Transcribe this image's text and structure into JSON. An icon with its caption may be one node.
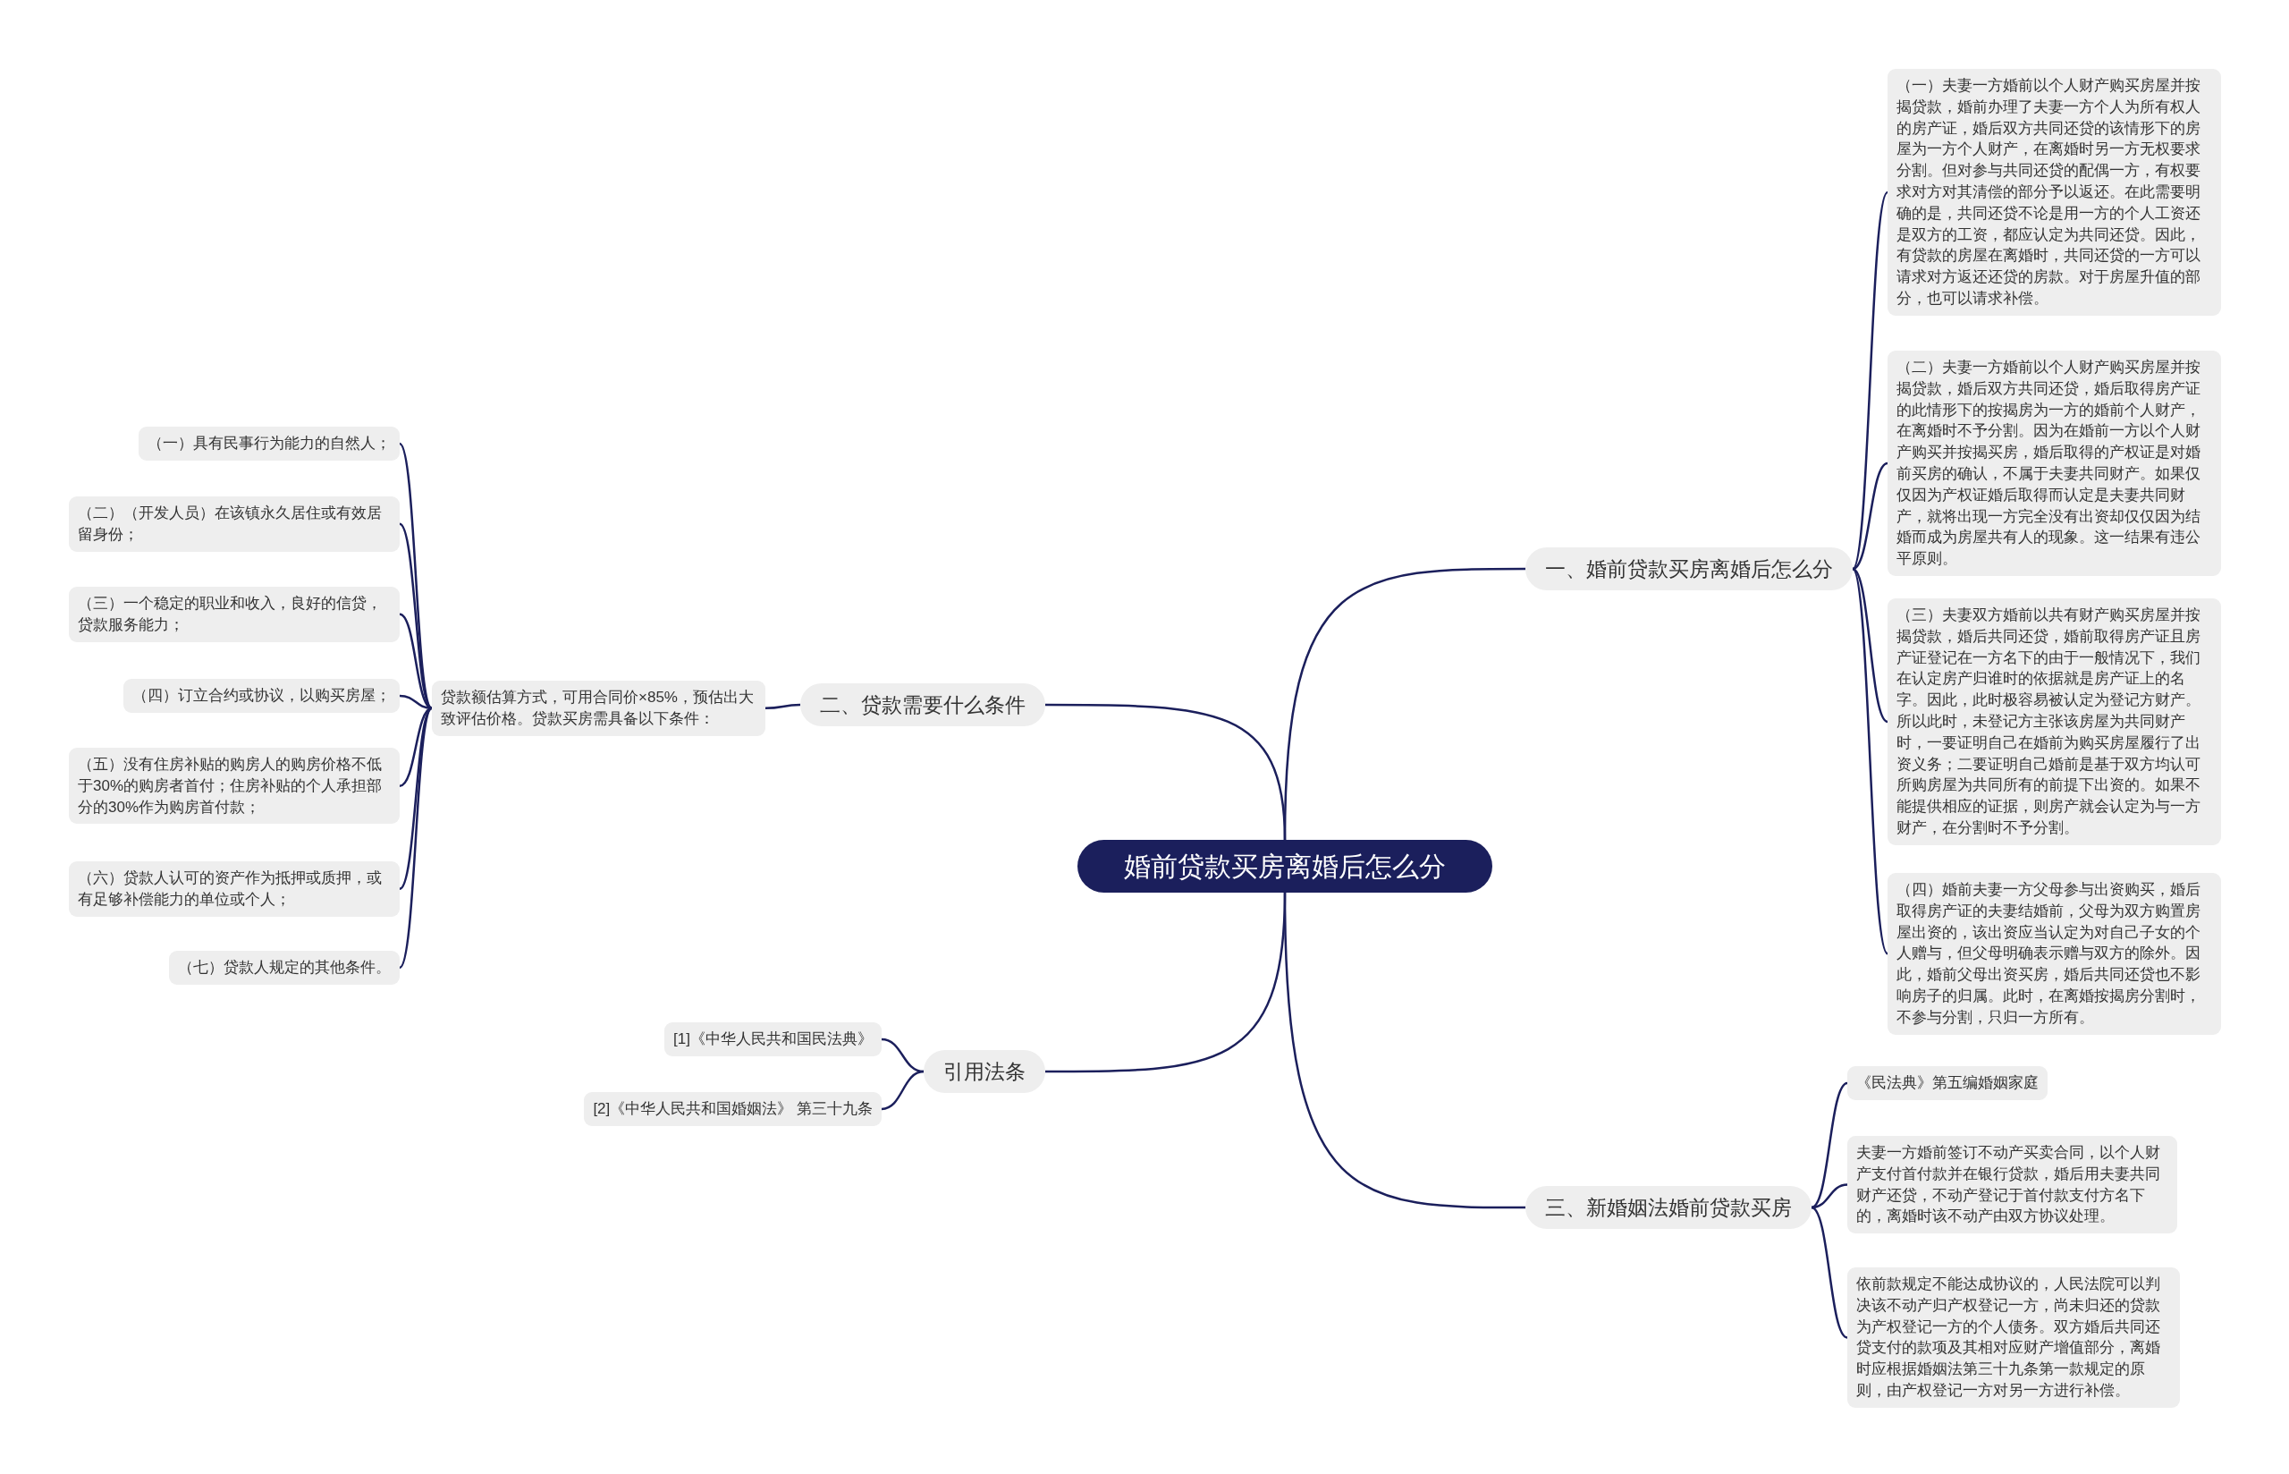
{
  "diagram": {
    "nodes": [
      {
        "text": [
          "婚前贷款买房离婚后怎么分"
        ]
      },
      {
        "text": [
          "一、婚前贷款买房离婚后怎么分"
        ]
      },
      {
        "text": [
          "（一）夫妻一方婚前以个人财产购买房屋并按揭贷款，婚前办理了夫妻一方个人为所有权人的房产证，婚后双方共同还贷的该情形下的房屋为一方个人财产，在离婚时另一方无权要求分割。但对参与共同还贷的配偶一方，有权要求对方对其清偿的部分予以返还。在此需要明确的是，共同还贷不论是用一方的个人工资还是双方的工资，都应认定为共同还贷。因此，有贷款的房屋在离婚时，共同还贷的一方可以请求对方返还还贷的房款。对于房屋升值的部分，也可以请求补偿。"
        ]
      },
      {
        "text": [
          "（二）夫妻一方婚前以个人财产购买房屋并按揭贷款，婚后双方共同还贷，婚后取得房产证的此情形下的按揭房为一方的婚前个人财产，在离婚时不予分割。因为在婚前一方以个人财产购买并按揭买房，婚后取得的产权证是对婚前买房的确认，不属于夫妻共同财产。如果仅仅因为产权证婚后取得而认定是夫妻共同财产，就将出现一方完全没有出资却仅仅因为结婚而成为房屋共有人的现象。这一结果有违公平原则。"
        ]
      },
      {
        "text": [
          "（三）夫妻双方婚前以共有财产购买房屋并按揭贷款，婚后共同还贷，婚前取得房产证且房产证登记在一方名下的由于一般情况下，我们在认定房产归谁时的依据就是房产证上的名字。因此，此时极容易被认定为登记方财产。所以此时，未登记方主张该房屋为共同财产时，一要证明自己在婚前为购买房屋履行了出资义务；二要证明自己婚前是基于双方均认可所购房屋为共同所有的前提下出资的。如果不能提供相应的证据，则房产就会认定为与一方财产，在分割时不予分割。"
        ]
      },
      {
        "text": [
          "（四）婚前夫妻一方父母参与出资购买，婚后取得房产证的夫妻结婚前，父母为双方购置房屋出资的，该出资应当认定为对自己子女的个人赠与，但父母明确表示赠与双方的除外。因此，婚前父母出资买房，婚后共同还贷也不影响房子的归属。此时，在离婚按揭房分割时，不参与分割，只归一方所有。"
        ]
      },
      {
        "text": [
          "二、贷款需要什么条件"
        ]
      },
      {
        "text": [
          "贷款额估算方式，可用合同价×85%，预估出大致评估价格。贷款买房需具备以下条件："
        ]
      },
      {
        "text": [
          "（一）具有民事行为能力的自然人；"
        ]
      },
      {
        "text": [
          "（二）（开发人员）在该镇永久居住或有效居留身份；"
        ]
      },
      {
        "text": [
          "（三）一个稳定的职业和收入，良好的信贷，贷款服务能力；"
        ]
      },
      {
        "text": [
          "（四）订立合约或协议，以购买房屋；"
        ]
      },
      {
        "text": [
          "（五）没有住房补贴的购房人的购房价格不低于30%的购房者首付；住房补贴的个人承担部分的30%作为购房首付款；"
        ]
      },
      {
        "text": [
          "（六）贷款人认可的资产作为抵押或质押，或有足够补偿能力的单位或个人；"
        ]
      },
      {
        "text": [
          "（七）贷款人规定的其他条件。"
        ]
      },
      {
        "text": [
          "引用法条"
        ]
      },
      {
        "text": [
          "[1]《中华人民共和国民法典》"
        ]
      },
      {
        "text": [
          "[2]《中华人民共和国婚姻法》 第三十九条"
        ]
      },
      {
        "text": [
          "三、新婚姻法婚前贷款买房"
        ]
      },
      {
        "text": [
          "《民法典》第五编婚姻家庭"
        ]
      },
      {
        "text": [
          "夫妻一方婚前签订不动产买卖合同，以个人财产支付首付款并在银行贷款，婚后用夫妻共同财产还贷，不动产登记于首付款支付方名下的，离婚时该不动产由双方协议处理。"
        ]
      },
      {
        "text": [
          "依前款规定不能达成协议的，人民法院可以判决该不动产归产权登记一方，尚未归还的贷款为产权登记一方的个人债务。双方婚后共同还贷支付的款项及其相对应财产增值部分，离婚时应根据婚姻法第三十九条第一款规定的原则，由产权登记一方对另一方进行补偿。"
        ]
      }
    ],
    "edges": [
      {
        "from": 0,
        "to": 1,
        "arrow": "none"
      },
      {
        "from": 1,
        "to": 2,
        "arrow": "none"
      },
      {
        "from": 1,
        "to": 3,
        "arrow": "none"
      },
      {
        "from": 1,
        "to": 4,
        "arrow": "none"
      },
      {
        "from": 1,
        "to": 5,
        "arrow": "none"
      },
      {
        "from": 0,
        "to": 6,
        "arrow": "none"
      },
      {
        "from": 6,
        "to": 7,
        "arrow": "none"
      },
      {
        "from": 7,
        "to": 8,
        "arrow": "none"
      },
      {
        "from": 7,
        "to": 9,
        "arrow": "none"
      },
      {
        "from": 7,
        "to": 10,
        "arrow": "none"
      },
      {
        "from": 7,
        "to": 11,
        "arrow": "none"
      },
      {
        "from": 7,
        "to": 12,
        "arrow": "none"
      },
      {
        "from": 7,
        "to": 13,
        "arrow": "none"
      },
      {
        "from": 7,
        "to": 14,
        "arrow": "none"
      },
      {
        "from": 0,
        "to": 15,
        "arrow": "none"
      },
      {
        "from": 15,
        "to": 16,
        "arrow": "none"
      },
      {
        "from": 15,
        "to": 17,
        "arrow": "none"
      },
      {
        "from": 0,
        "to": 18,
        "arrow": "none"
      },
      {
        "from": 18,
        "to": 19,
        "arrow": "none"
      },
      {
        "from": 18,
        "to": 20,
        "arrow": "none"
      },
      {
        "from": 18,
        "to": 21,
        "arrow": "none"
      }
    ]
  }
}
